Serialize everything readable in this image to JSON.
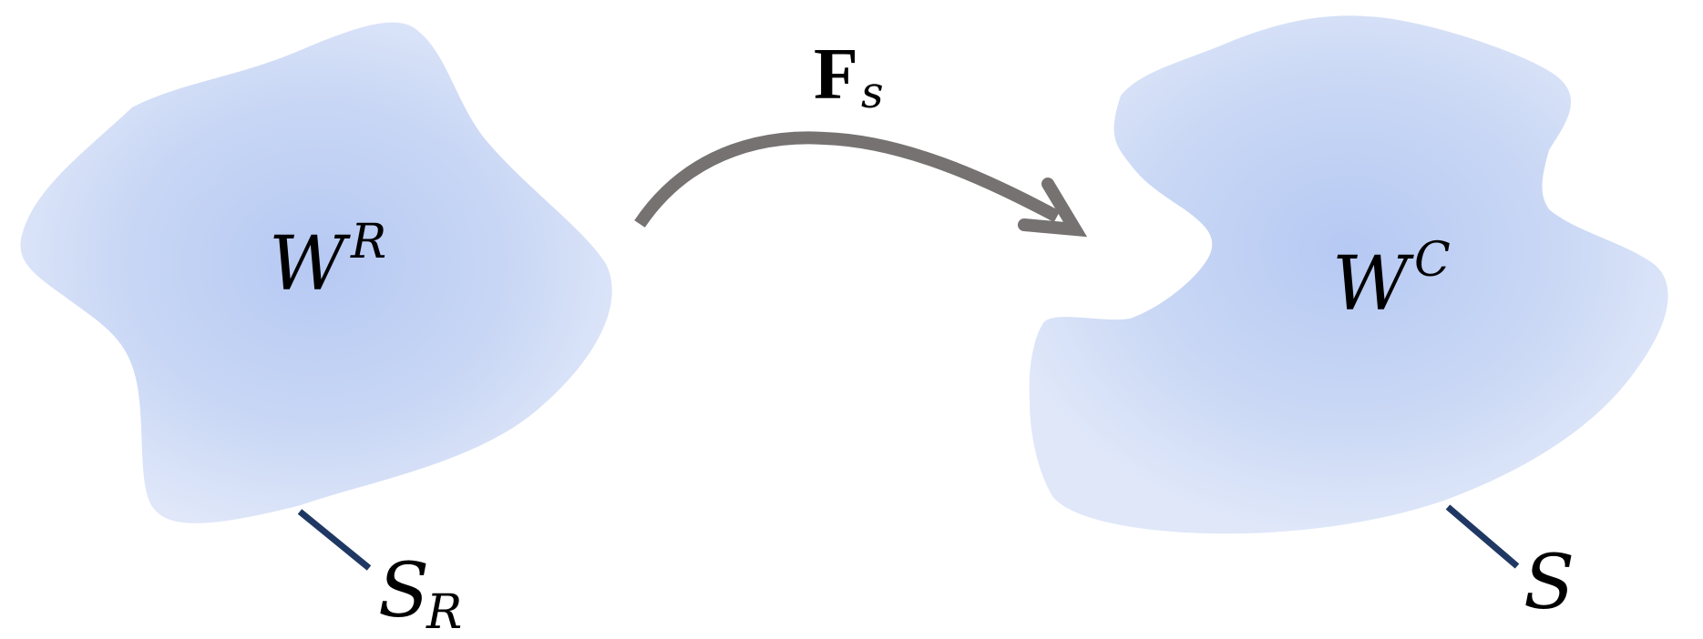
{
  "diagram": {
    "type": "mapping-diagram",
    "colors": {
      "background": "#ffffff",
      "region_center": "#b6c9f3",
      "region_edge": "#dde6f8",
      "arrow": "#767272",
      "boundary_marker": "#1f3863",
      "text": "#000000"
    },
    "left_region": {
      "label_main": "W",
      "label_sup": "R",
      "boundary_label_main": "S",
      "boundary_label_sub": "R"
    },
    "right_region": {
      "label_main": "W",
      "label_sup": "C",
      "boundary_label_main": "S"
    },
    "mapping": {
      "label_main": "F",
      "label_sub": "s",
      "direction": "left-to-right"
    }
  }
}
